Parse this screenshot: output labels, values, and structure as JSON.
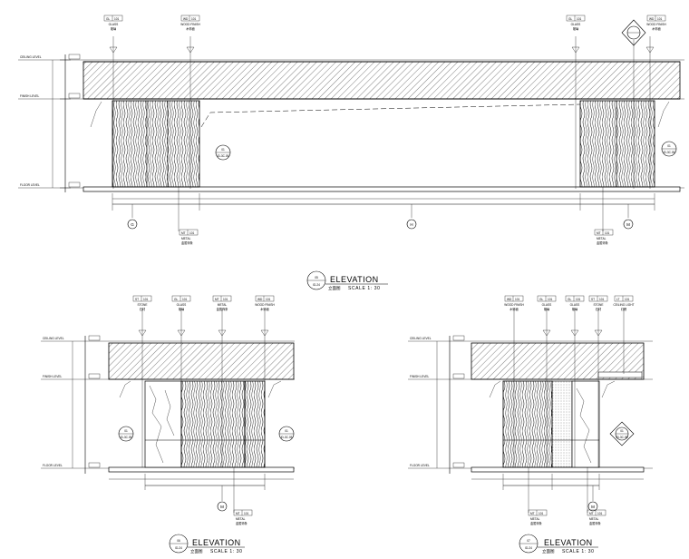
{
  "elevations": [
    {
      "tags": [
        {
          "code": "GL",
          "num": "101",
          "mat": "GLASS",
          "cn": "玻璃"
        },
        {
          "code": "WD",
          "num": "101",
          "mat": "WOOD FINISH",
          "cn": "木饰面"
        },
        {
          "code": "GL",
          "num": "101",
          "mat": "GLASS",
          "cn": "玻璃"
        },
        {
          "code": "WD",
          "num": "101",
          "mat": "WOOD FINISH",
          "cn": "木饰面"
        }
      ],
      "bottom_tags": [
        {
          "code": "MT",
          "num": "101",
          "mat": "METAL",
          "cn": "金属饰条"
        },
        {
          "code": "MT",
          "num": "101",
          "mat": "METAL",
          "cn": "金属饰条"
        }
      ],
      "grids": [
        "G",
        "H",
        "M"
      ],
      "section_markers": [
        {
          "num": "01",
          "sheet": "ID-3C.05"
        },
        {
          "num": "01",
          "sheet": "ID-3C.05"
        }
      ],
      "title_num": "05",
      "title_sheet": "ID-24",
      "title": "ELEVATION",
      "title_cn": "立面图",
      "scale": "SCALE 1: 30"
    },
    {
      "tags": [
        {
          "code": "ST",
          "num": "101",
          "mat": "STONE",
          "cn": "石材"
        },
        {
          "code": "GL",
          "num": "101",
          "mat": "GLASS",
          "cn": "玻璃"
        },
        {
          "code": "MT",
          "num": "101",
          "mat": "METAL",
          "cn": "金属饰条"
        },
        {
          "code": "WD",
          "num": "101",
          "mat": "WOOD FINISH",
          "cn": "木饰面"
        }
      ],
      "bottom_tags": [
        {
          "code": "MT",
          "num": "101",
          "mat": "METAL",
          "cn": "金属饰条"
        }
      ],
      "grids": [
        "M"
      ],
      "section_markers": [
        {
          "num": "01",
          "sheet": "ID-3C.05"
        },
        {
          "num": "01",
          "sheet": "ID-3C.05"
        }
      ],
      "title_num": "06",
      "title_sheet": "ID-24",
      "title": "ELEVATION",
      "title_cn": "立面图",
      "scale": "SCALE 1: 30"
    },
    {
      "tags": [
        {
          "code": "WD",
          "num": "101",
          "mat": "WOOD FINISH",
          "cn": "木饰面"
        },
        {
          "code": "GL",
          "num": "101",
          "mat": "GLASS",
          "cn": "玻璃"
        },
        {
          "code": "GL",
          "num": "101",
          "mat": "GLASS",
          "cn": "玻璃"
        },
        {
          "code": "ST",
          "num": "101",
          "mat": "STONE",
          "cn": "石材"
        },
        {
          "code": "LT",
          "num": "101",
          "mat": "CEILING LIGHT",
          "cn": "灯槽"
        }
      ],
      "bottom_tags": [
        {
          "code": "MT",
          "num": "101",
          "mat": "METAL",
          "cn": "金属饰条"
        },
        {
          "code": "MT",
          "num": "101",
          "mat": "METAL",
          "cn": "金属饰条"
        }
      ],
      "grids": [
        "M"
      ],
      "section_markers": [
        {
          "num": "01",
          "sheet": "ID-3C.05"
        }
      ],
      "title_num": "07",
      "title_sheet": "ID-24",
      "title": "ELEVATION",
      "title_cn": "立面图",
      "scale": "SCALE 1: 30"
    }
  ]
}
